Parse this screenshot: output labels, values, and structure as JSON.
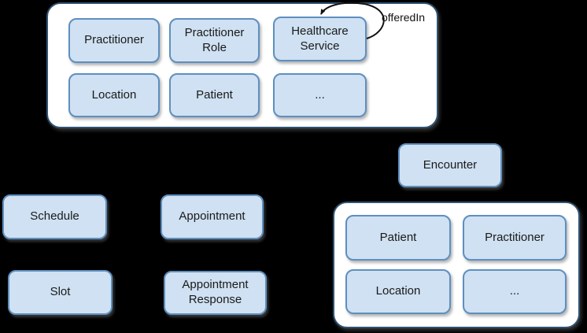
{
  "colors": {
    "background": "#000000",
    "node_fill": "#cfe1f2",
    "node_border": "#5e8fbf",
    "group_fill": "#ffffff",
    "group_border": "#2f5373",
    "text": "#1a1a1a",
    "arrow": "#111111"
  },
  "top_group": {
    "row1": [
      "Practitioner",
      "Practitioner Role",
      "Healthcare Service"
    ],
    "row2": [
      "Location",
      "Patient",
      "..."
    ],
    "self_loop": {
      "label": "offeredIn",
      "target": "Healthcare Service"
    }
  },
  "standalone_nodes": {
    "encounter": "Encounter",
    "schedule": "Schedule",
    "appointment": "Appointment",
    "slot": "Slot",
    "appointment_response": "Appointment Response"
  },
  "bottom_group": {
    "row1": [
      "Patient",
      "Practitioner"
    ],
    "row2": [
      "Location",
      "..."
    ]
  }
}
